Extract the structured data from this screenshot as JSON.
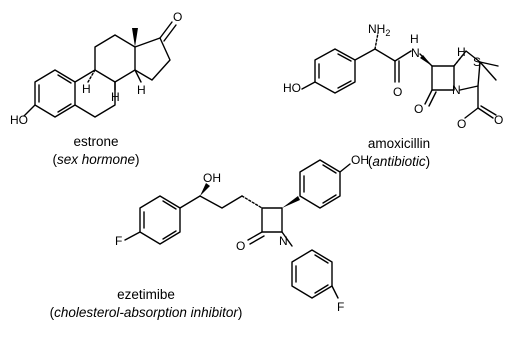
{
  "molecules": [
    {
      "id": "estrone",
      "name": "estrone",
      "role": "sex hormone",
      "atom_labels": {
        "o_ketone": "O",
        "hydroxyl": "HO",
        "h1": "H",
        "h2": "H",
        "h3": "H"
      }
    },
    {
      "id": "amoxicillin",
      "name": "amoxicillin",
      "role": "antibiotic",
      "atom_labels": {
        "hydroxyl": "HO",
        "nh2": "NH",
        "nh2_sub": "2",
        "nh": "H",
        "nh_n": "N",
        "h_ring": "H",
        "s": "S",
        "n_ring": "N",
        "o_lactam": "O",
        "o_amide": "O",
        "o_carb1": "O",
        "o_carb2": "O"
      }
    },
    {
      "id": "ezetimibe",
      "name": "ezetimibe",
      "role": "cholesterol-absorption inhibitor",
      "atom_labels": {
        "f_left": "F",
        "oh_side": "OH",
        "oh_ring": "OH",
        "n": "N",
        "o": "O",
        "f_bottom": "F"
      }
    }
  ]
}
